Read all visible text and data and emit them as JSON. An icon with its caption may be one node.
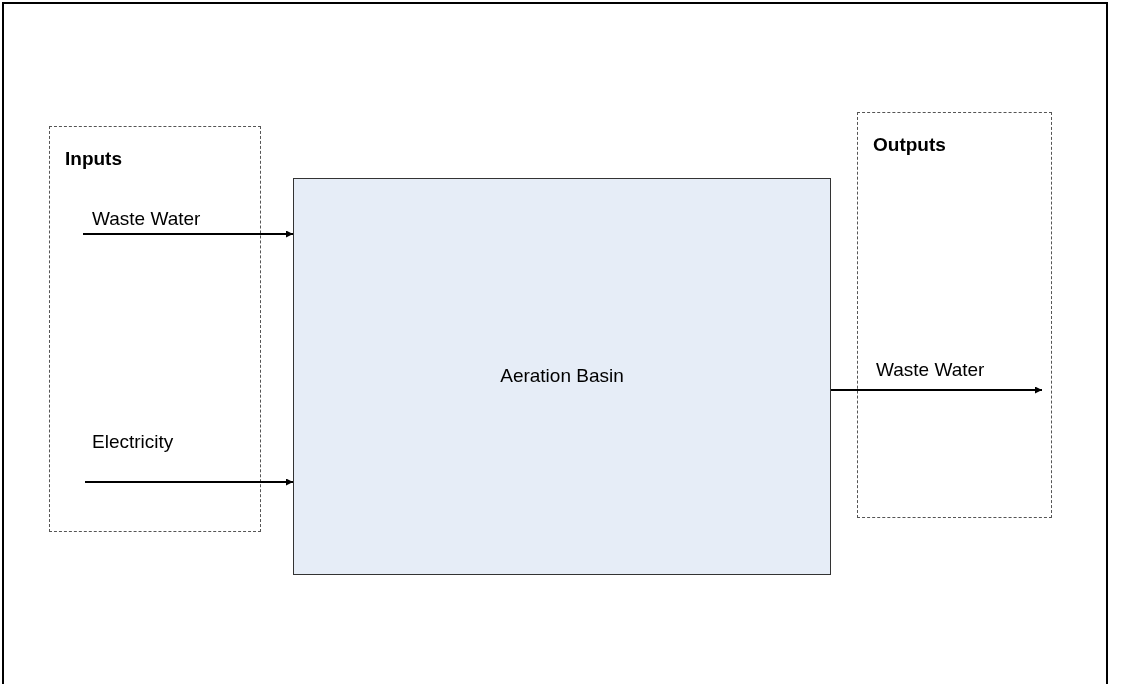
{
  "diagram": {
    "nodes": [
      {
        "text": [
          "Inputs"
        ]
      },
      {
        "text": [
          "Outputs"
        ]
      },
      {
        "text": [
          "Aeration Basin"
        ]
      }
    ],
    "edges": [
      {
        "from": 0,
        "to": 2,
        "arrow": "to",
        "label": "Waste Water"
      },
      {
        "from": 0,
        "to": 2,
        "arrow": "to",
        "label": "Electricity"
      },
      {
        "from": 2,
        "to": 1,
        "arrow": "to",
        "label": "Waste Water"
      }
    ]
  }
}
